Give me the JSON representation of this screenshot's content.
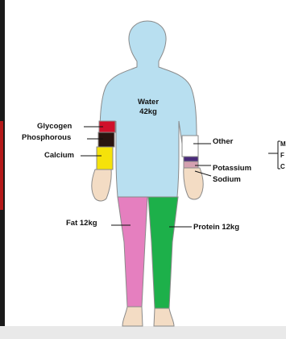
{
  "labels": {
    "water": "Water",
    "water_value": "42kg",
    "glycogen": "Glycogen",
    "phosphorous": "Phosphorous",
    "calcium": "Calcium",
    "other": "Other",
    "potassium": "Potassium",
    "sodium": "Sodium",
    "fat": "Fat 12kg",
    "protein": "Protein 12kg"
  },
  "bracket_letters": [
    "M",
    "F",
    "C"
  ],
  "colors": {
    "water": "#b8dff0",
    "fat": "#e57fbf",
    "protein": "#1db04a",
    "glycogen": "#d0102a",
    "phosphorous": "#2a1410",
    "calcium": "#f5e20a",
    "other": "#ffffff",
    "potassium": "#4a2a7a",
    "sodium": "#d4a0b0",
    "skin": "#f3dcc4",
    "outline": "#8a8a8a"
  }
}
